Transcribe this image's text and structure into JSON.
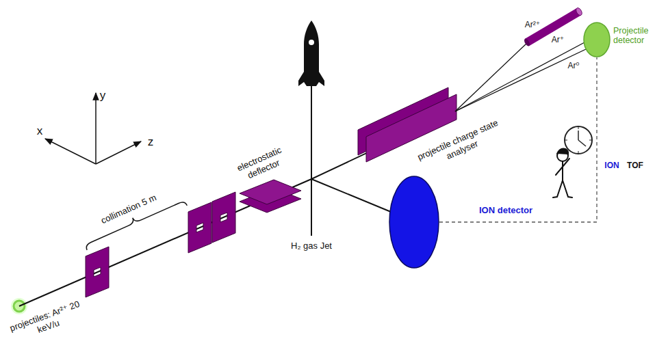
{
  "diagram": {
    "nodes": [
      {
        "text": [
          "Projectile detector"
        ]
      },
      {
        "text": [
          "ION detector"
        ]
      }
    ],
    "edges": [
      {
        "from": 1,
        "to": 0,
        "arrow": "none"
      }
    ],
    "labels": [
      "y",
      "x",
      "z",
      "collimation 5 m",
      "electrostatic deflector",
      "H₂ gas Jet",
      "projectile charge state analyser",
      "Ar²⁺",
      "Ar⁺",
      "Ar⁰",
      "ION",
      "TOF",
      "projectiles: Ar²⁺ 20 keV/u"
    ]
  }
}
